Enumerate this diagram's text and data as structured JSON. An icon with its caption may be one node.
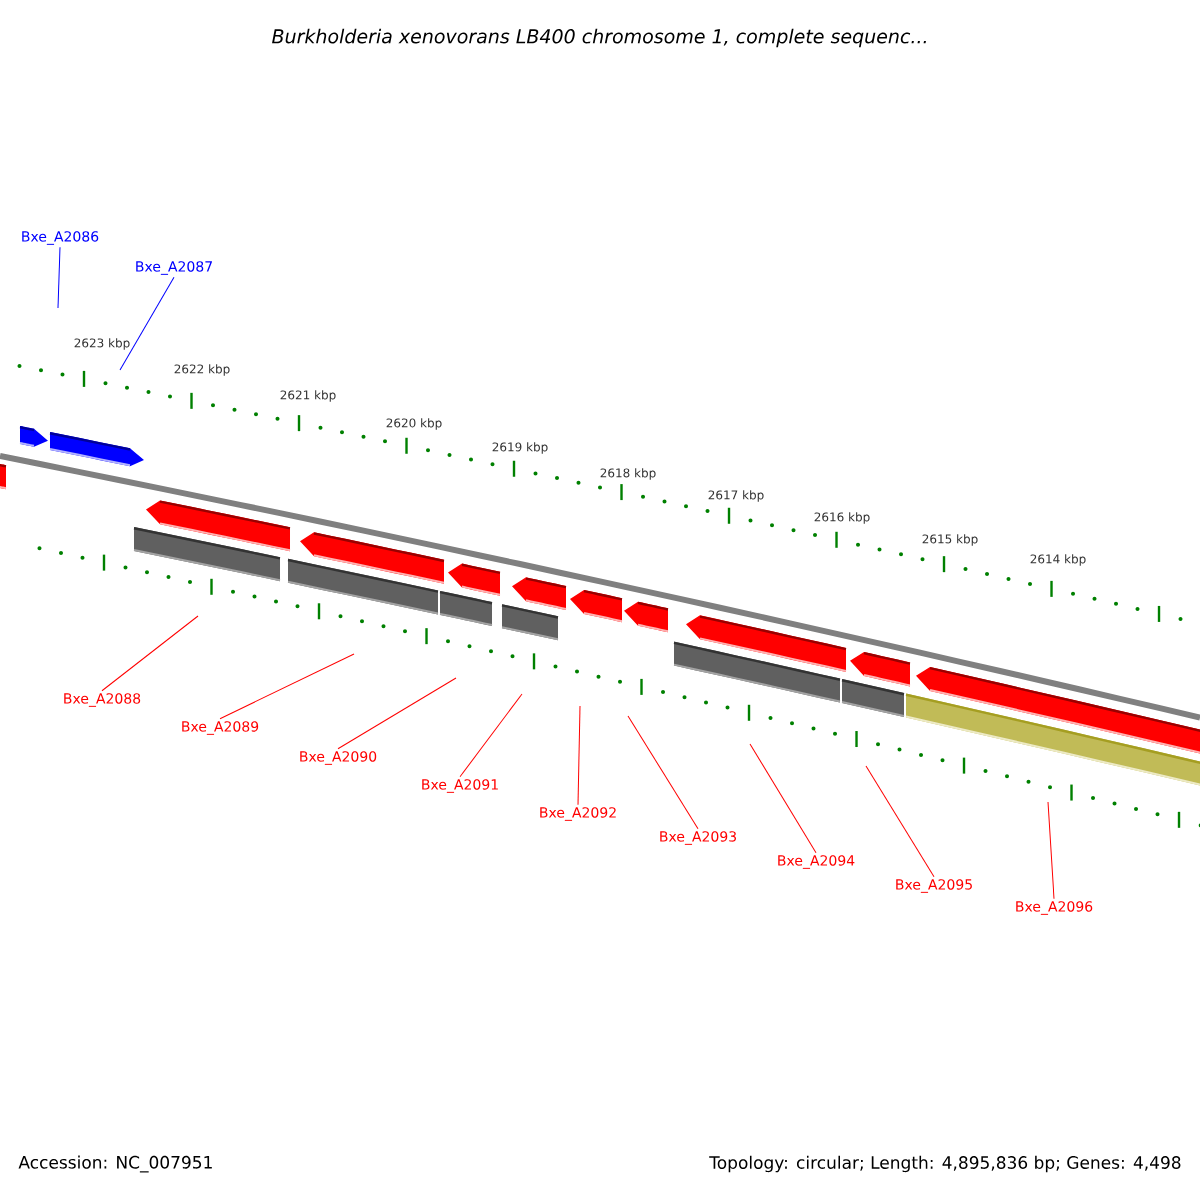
{
  "diagram": {
    "title": "Burkholderia xenovorans LB400 chromosome 1, complete sequenc...",
    "nodes": [
      {
        "text": [
          "Bxe_A2086"
        ]
      },
      {
        "text": [
          "Bxe_A2087"
        ]
      },
      {
        "text": [
          "Bxe_A2088"
        ]
      },
      {
        "text": [
          "Bxe_A2089"
        ]
      },
      {
        "text": [
          "Bxe_A2090"
        ]
      },
      {
        "text": [
          "Bxe_A2091"
        ]
      },
      {
        "text": [
          "Bxe_A2092"
        ]
      },
      {
        "text": [
          "Bxe_A2093"
        ]
      },
      {
        "text": [
          "Bxe_A2094"
        ]
      },
      {
        "text": [
          "Bxe_A2095"
        ]
      },
      {
        "text": [
          "Bxe_A2096"
        ]
      }
    ],
    "edges": [
      {
        "from": 0,
        "to": null,
        "arrow": "none",
        "color": "#0000ff"
      },
      {
        "from": 1,
        "to": null,
        "arrow": "none",
        "color": "#0000ff"
      },
      {
        "from": 2,
        "to": null,
        "arrow": "none"
      },
      {
        "from": 3,
        "to": null,
        "arrow": "none"
      },
      {
        "from": 4,
        "to": null,
        "arrow": "none"
      },
      {
        "from": 5,
        "to": null,
        "arrow": "none"
      },
      {
        "from": 6,
        "to": null,
        "arrow": "none"
      },
      {
        "from": 7,
        "to": null,
        "arrow": "none"
      },
      {
        "from": 8,
        "to": null,
        "arrow": "none"
      },
      {
        "from": 9,
        "to": null,
        "arrow": "none"
      },
      {
        "from": 10,
        "to": null,
        "arrow": "none"
      }
    ],
    "labels": [
      "2623 kbp",
      "2622 kbp",
      "2621 kbp",
      "2620 kbp",
      "2619 kbp",
      "2618 kbp",
      "2617 kbp",
      "2616 kbp",
      "2615 kbp",
      "2614 kbp",
      "Accession: NC_007951",
      "Topology: circular; Length: 4,895,836 bp; Genes: 4,498"
    ]
  }
}
